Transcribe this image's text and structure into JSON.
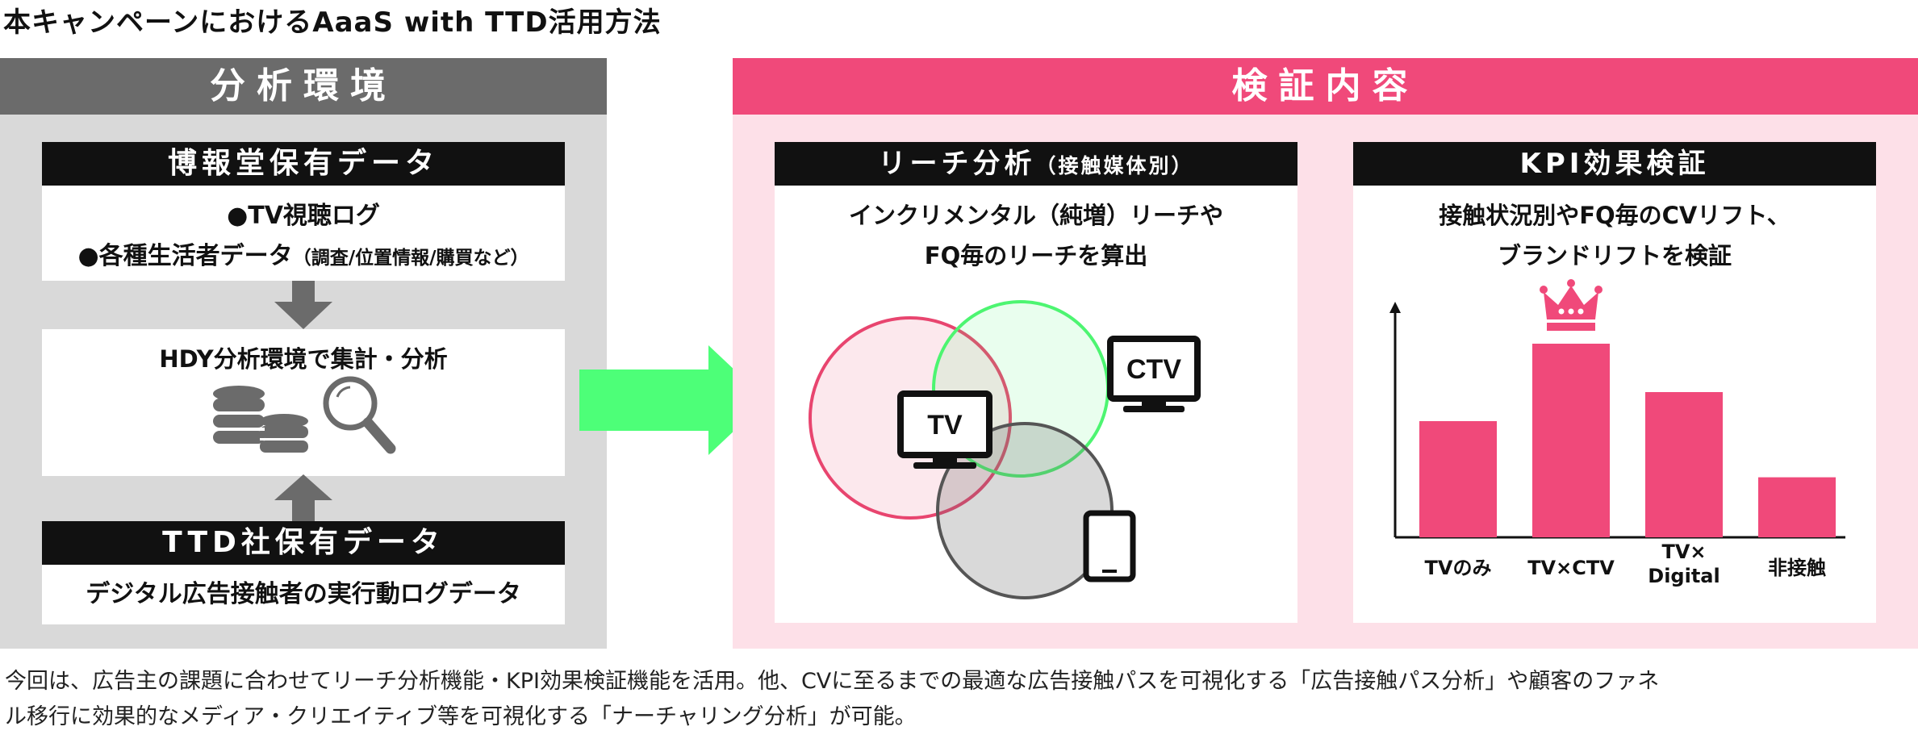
{
  "page_title": "本キャンペーンにおけるAaaS with TTD活用方法",
  "left": {
    "header": "分析環境",
    "hakuhodo": {
      "bar_label": "博報堂保有データ",
      "line1": "●TV視聴ログ",
      "line2_main": "●各種生活者データ",
      "line2_small": "（調査/位置情報/購買など）"
    },
    "analysis_label": "HDY分析環境で集計・分析",
    "ttd": {
      "bar_label": "TTD社保有データ",
      "line1": "デジタル広告接触者の実行動ログデータ"
    }
  },
  "right": {
    "header": "検証内容",
    "reach": {
      "bar_label": "リーチ分析",
      "bar_sub": "（接触媒体別）",
      "desc_line1": "インクリメンタル（純増）リーチや",
      "desc_line2": "FQ毎のリーチを算出",
      "venn": {
        "tv_label": "TV",
        "ctv_label": "CTV",
        "colors": {
          "tv": "#e8456f",
          "ctv": "#4df571",
          "mobile": "#666666"
        }
      }
    },
    "kpi": {
      "bar_label": "KPI効果検証",
      "desc_line1": "接触状況別やFQ毎のCVリフト、",
      "desc_line2": "ブランドリフトを検証"
    }
  },
  "chart_data": {
    "type": "bar",
    "categories": [
      "TVのみ",
      "TV×CTV",
      "TV×\nDigital",
      "非接触"
    ],
    "values": [
      3.0,
      5.0,
      3.75,
      1.55
    ],
    "highlight_index": 1,
    "highlight_icon": "crown-icon",
    "bar_color": "#f0497a",
    "title": "",
    "xlabel": "",
    "ylabel": ""
  },
  "footnote": {
    "line1": "今回は、広告主の課題に合わせてリーチ分析機能・KPI効果検証機能を活用。他、CVに至るまでの最適な広告接触パスを可視化する「広告接触パス分析」や顧客のファネ",
    "line2": "ル移行に効果的なメディア・クリエイティブ等を可視化する「ナーチャリング分析」が可能。"
  },
  "colors": {
    "arrow_green": "#4dff78",
    "pink": "#f0497a",
    "pink_light": "#fde0e8",
    "gray_dark": "#6b6b6b",
    "gray_panel": "#d9d9d9",
    "icon_gray": "#6b6b6b"
  }
}
